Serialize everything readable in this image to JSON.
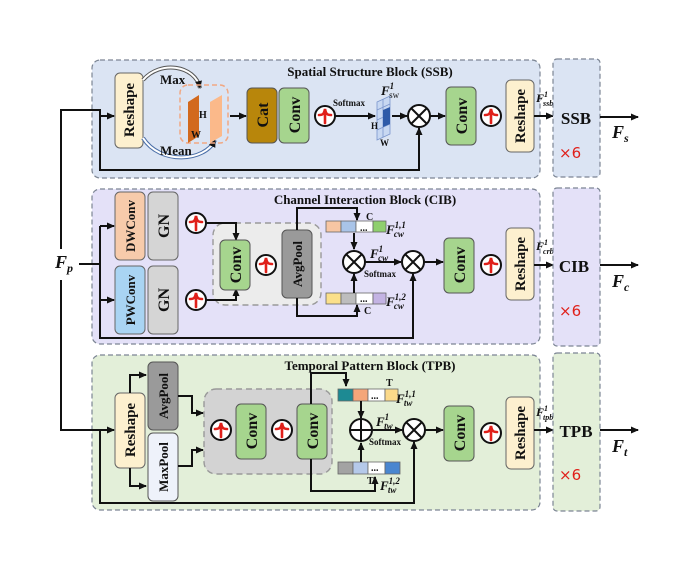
{
  "colors": {
    "ssb_bg": "#dbe4f3",
    "cib_bg": "#e4e1f8",
    "tpb_bg": "#e3efd9",
    "reshape": "#fdf0cf",
    "conv": "#a6d58e",
    "cat": "#b8860b",
    "dwconv": "#f7cbab",
    "pwconv": "#a9d4f3",
    "gn": "#d5d5d5",
    "avgpool": "#9a9a9a",
    "maxpool": "#eef2fa",
    "repeat": "#e0201a",
    "activation": "#e0201a"
  },
  "input": {
    "label": "F",
    "sub": "p"
  },
  "ssb": {
    "title": "Spatial Structure Block (SSB)",
    "reshape": "Reshape",
    "max": "Max",
    "mean": "Mean",
    "h": "H",
    "w": "W",
    "cat": "Cat",
    "conv1": "Conv",
    "softmax": "Softmax",
    "attn_label": "F",
    "attn_sup": "1",
    "attn_sub": "sw",
    "conv2": "Conv",
    "reshape2": "Reshape",
    "out_label": "F",
    "out_sup": "1",
    "out_sub": "ssb",
    "stack_name": "SSB",
    "repeat": "×6",
    "final_label": "F",
    "final_sub": "s"
  },
  "cib": {
    "title": "Channel Interaction Block (CIB)",
    "dwconv": "DWConv",
    "pwconv": "PWConv",
    "gn1": "GN",
    "gn2": "GN",
    "conv1": "Conv",
    "avgpool": "AvgPool",
    "c_top": "C",
    "c_bottom": "C",
    "ellipsis": "...",
    "f11_label": "F",
    "f11_sup": "1,1",
    "f11_sub": "cw",
    "f12_label": "F",
    "f12_sup": "1,2",
    "f12_sub": "cw",
    "attn_label": "F",
    "attn_sup": "1",
    "attn_sub": "cw",
    "softmax": "Softmax",
    "conv2": "Conv",
    "reshape": "Reshape",
    "out_label": "F",
    "out_sup": "1",
    "out_sub": "crb",
    "stack_name": "CIB",
    "repeat": "×6",
    "final_label": "F",
    "final_sub": "c",
    "strip_top_colors": [
      "#f7c6a3",
      "#a9c4e8",
      "#ffffff",
      "#8fcf6e"
    ],
    "strip_bottom_colors": [
      "#fbe08a",
      "#bdbdbd",
      "#ffffff",
      "#c3b3e3"
    ]
  },
  "tpb": {
    "title": "Temporal Pattern Block (TPB)",
    "reshape": "Reshape",
    "avgpool": "AvgPool",
    "maxpool": "MaxPool",
    "conv1": "Conv",
    "conv2": "Conv",
    "t_top": "T",
    "t_bottom": "T",
    "ellipsis": "...",
    "f11_label": "F",
    "f11_sup": "1,1",
    "f11_sub": "tw",
    "f12_label": "F",
    "f12_sup": "1,2",
    "f12_sub": "tw",
    "attn_label": "F",
    "attn_sup": "1",
    "attn_sub": "tw",
    "softmax": "Softmax",
    "conv3": "Conv",
    "reshape2": "Reshape",
    "out_label": "F",
    "out_sup": "1",
    "out_sub": "tpb",
    "stack_name": "TPB",
    "repeat": "×6",
    "final_label": "F",
    "final_sub": "t",
    "strip_top_colors": [
      "#1d8a93",
      "#f4a67a",
      "#ffffff",
      "#fbd98a"
    ],
    "strip_bottom_colors": [
      "#a3a3a3",
      "#b5c9ea",
      "#ffffff",
      "#4a86d0"
    ]
  }
}
